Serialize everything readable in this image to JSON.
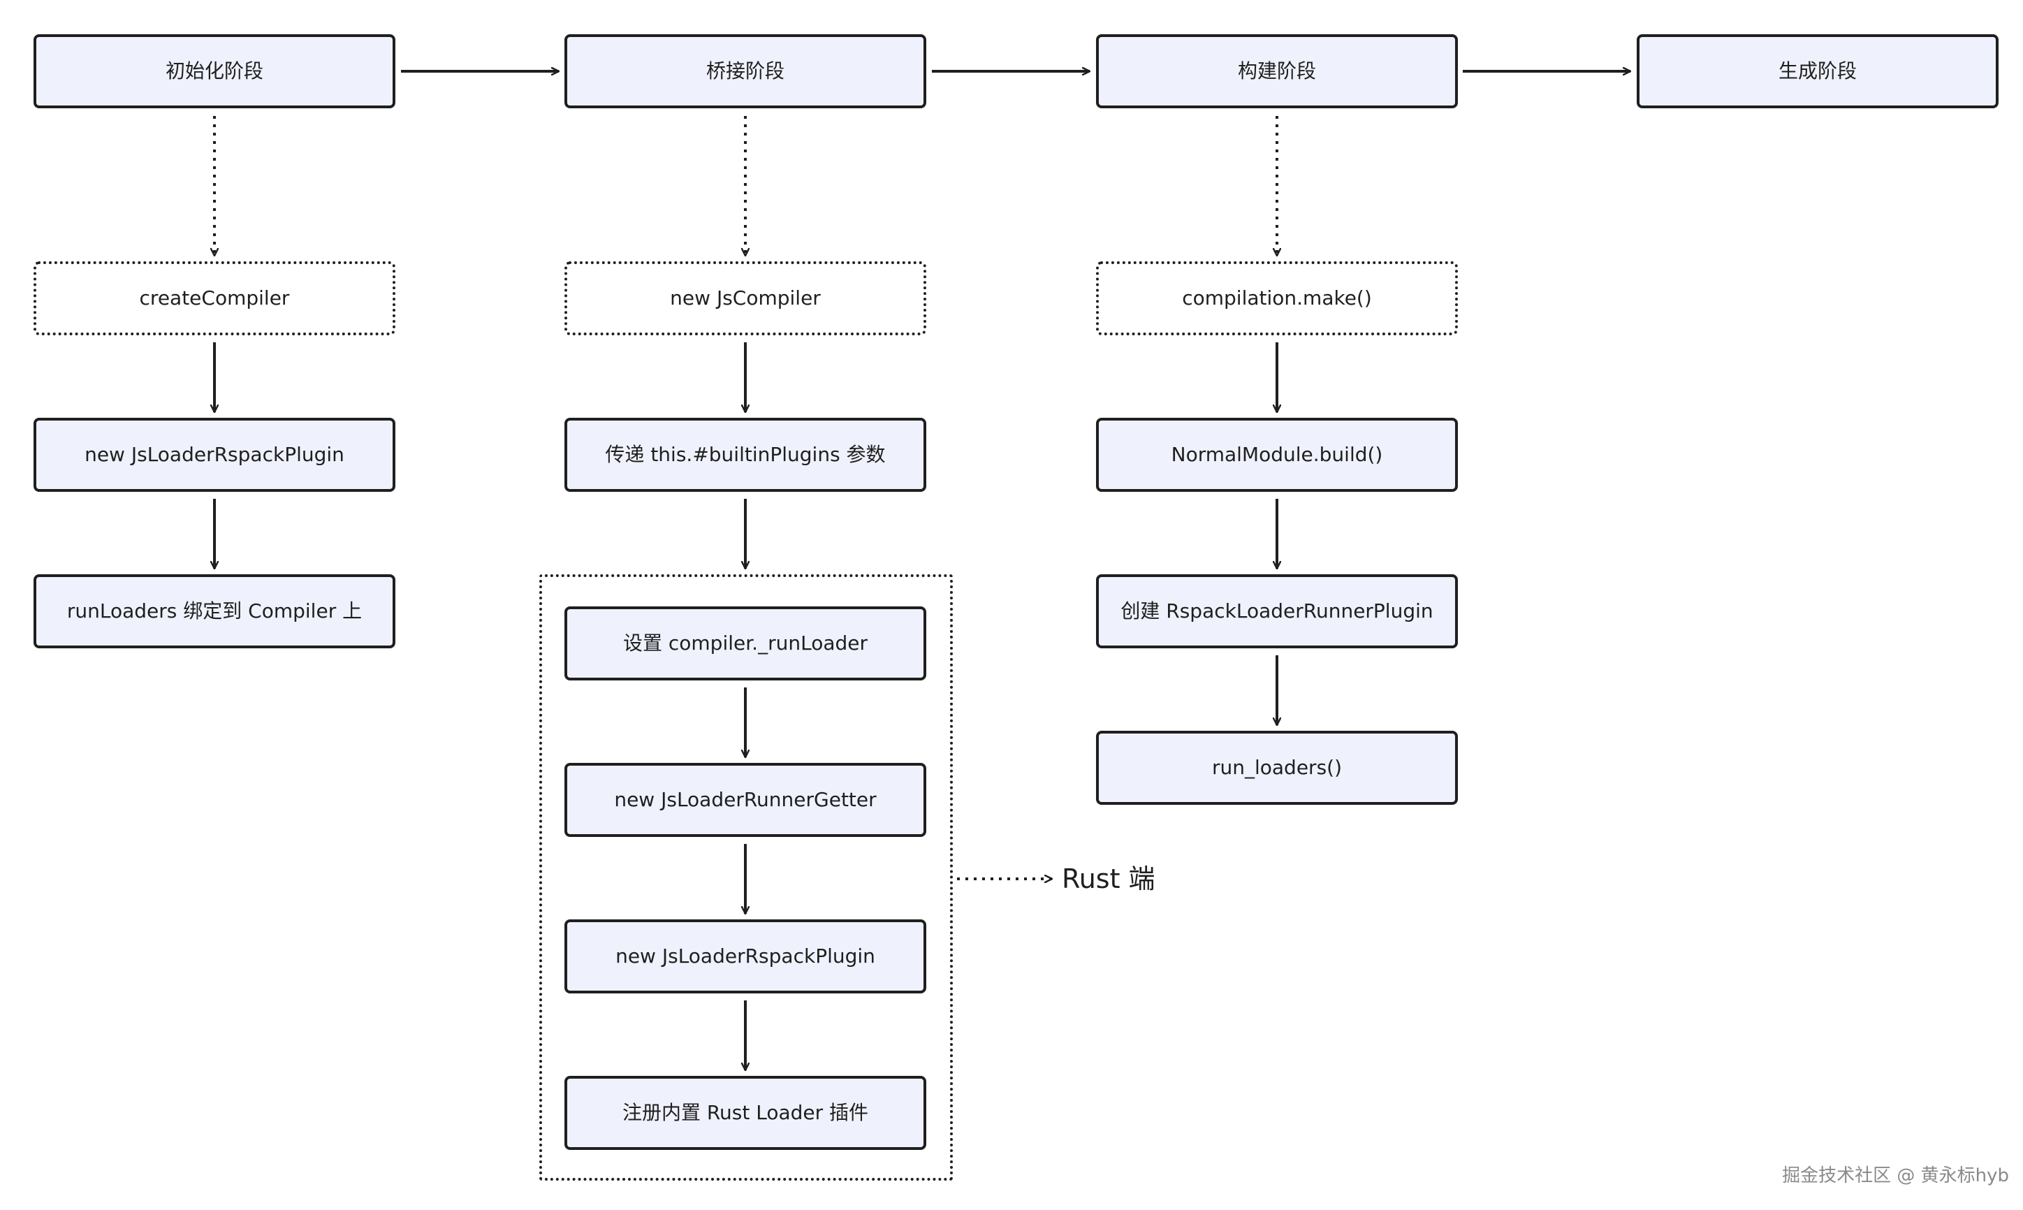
{
  "phases": [
    {
      "id": "init",
      "label": "初始化阶段"
    },
    {
      "id": "bridge",
      "label": "桥接阶段"
    },
    {
      "id": "build",
      "label": "构建阶段"
    },
    {
      "id": "generate",
      "label": "生成阶段"
    }
  ],
  "columns": {
    "init": [
      {
        "label": "createCompiler"
      },
      {
        "label": "new JsLoaderRspackPlugin"
      },
      {
        "label": "runLoaders 绑定到 Compiler 上"
      }
    ],
    "bridge": [
      {
        "label": "new JsCompiler"
      },
      {
        "label": "传递 this.#builtinPlugins 参数"
      }
    ],
    "bridge_group": [
      {
        "label": "设置 compiler._runLoader"
      },
      {
        "label": "new JsLoaderRunnerGetter"
      },
      {
        "label": "new JsLoaderRspackPlugin"
      },
      {
        "label": "注册内置 Rust Loader 插件"
      }
    ],
    "build": [
      {
        "label": "compilation.make()"
      },
      {
        "label": "NormalModule.build()"
      },
      {
        "label": "创建 RspackLoaderRunnerPlugin"
      },
      {
        "label": "run_loaders()"
      }
    ]
  },
  "group_label": "Rust 端",
  "watermark": "掘金技术社区 @ 黄永标hyb",
  "colors": {
    "node_fill": "#eff2fc",
    "stroke": "#1f1f1f",
    "watermark": "#8a8a8a"
  }
}
